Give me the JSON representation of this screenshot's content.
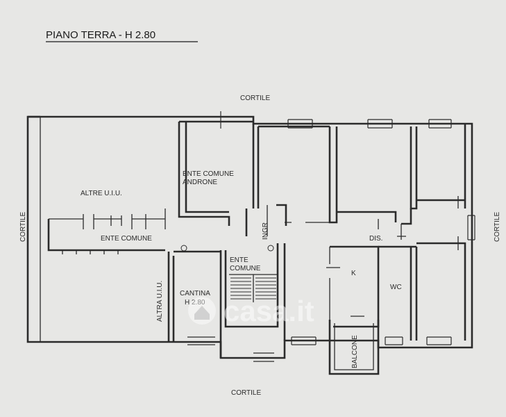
{
  "title": "PIANO TERRA - H 2.80",
  "labels": {
    "cortile_top": "CORTILE",
    "cortile_bottom": "CORTILE",
    "cortile_left": "CORTILE",
    "cortile_right": "CORTILE",
    "altre_uiu": "ALTRE U.I.U.",
    "ente_comune_left": "ENTE COMUNE",
    "ente_comune_androne_1": "ENTE COMUNE",
    "ente_comune_androne_2": "ANDRONE",
    "ente_comune_stair_1": "ENTE",
    "ente_comune_stair_2": "COMUNE",
    "altra_uiu": "ALTRA U.I.U.",
    "cantina": "CANTINA",
    "cantina_h": "H 2.80",
    "ingr": "INGR",
    "dis": "DIS.",
    "k": "K",
    "wc": "WC",
    "balcone": "BALCONE"
  },
  "watermark": "casa.it"
}
